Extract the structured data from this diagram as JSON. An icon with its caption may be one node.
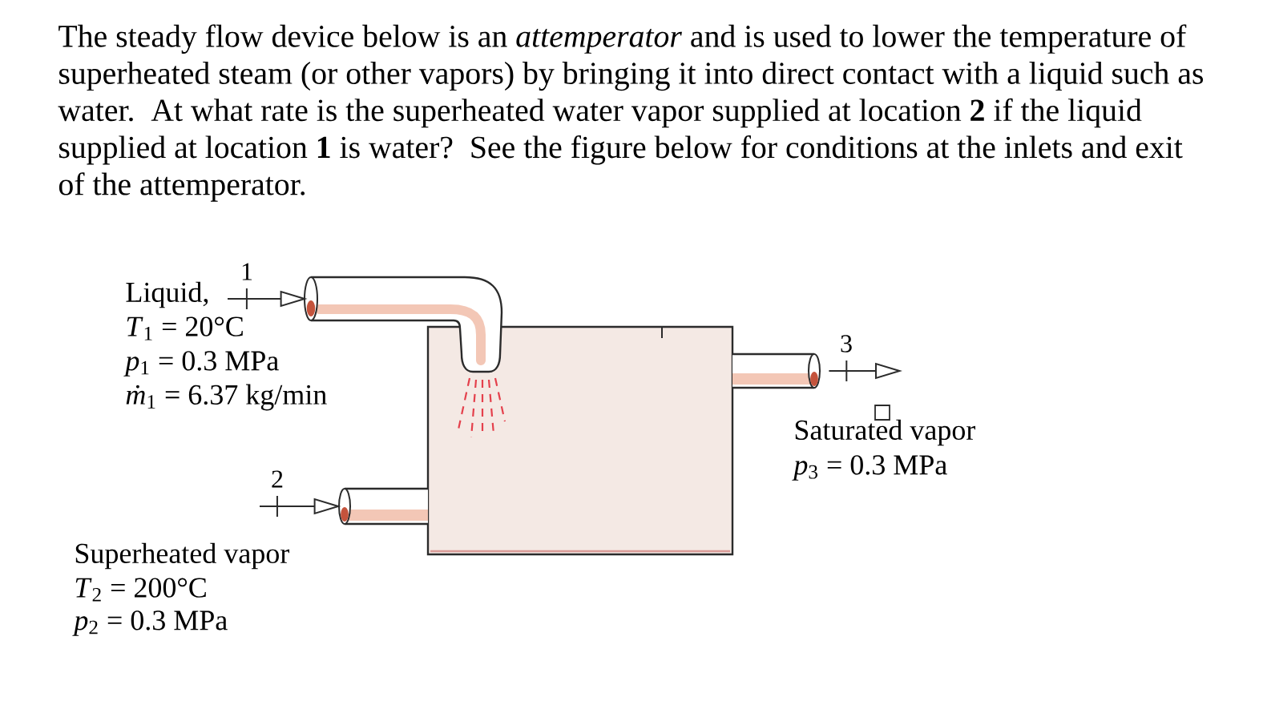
{
  "diagram": {
    "nodes": [
      {
        "text": [],
        "shape": "box"
      },
      {
        "text": [],
        "shape": "pipe"
      },
      {
        "text": [],
        "shape": "pipe"
      },
      {
        "text": [],
        "shape": "pipe"
      }
    ],
    "edges": [
      {
        "from": null,
        "to": 1,
        "arrow": "to",
        "label": "1"
      },
      {
        "from": null,
        "to": 2,
        "arrow": "to",
        "label": "2"
      },
      {
        "from": 3,
        "to": null,
        "arrow": "to",
        "label": "3"
      }
    ],
    "labels": [
      "The steady flow device below is an *attemperator* and is used to lower the temperature of superheated steam (or other vapors) by bringing it into direct contact with a liquid such as water. At what rate is the superheated water vapor supplied at location **2** if the liquid supplied at location **1** is water? See the figure below for conditions at the inlets and exit of the attemperator.",
      "Liquid,",
      "*T*$_{1}$ = 20°C",
      "*p*$_{1}$ = 0.3 MPa",
      "*ṁ*$_{1}$ = 6.37 kg/min",
      "Saturated vapor",
      "*p*$_{3}$ = 0.3 MPa",
      "Superheated vapor",
      "*T*$_{2}$ = 200°C",
      "*p*$_{2}$ = 0.3 MPa"
    ]
  }
}
